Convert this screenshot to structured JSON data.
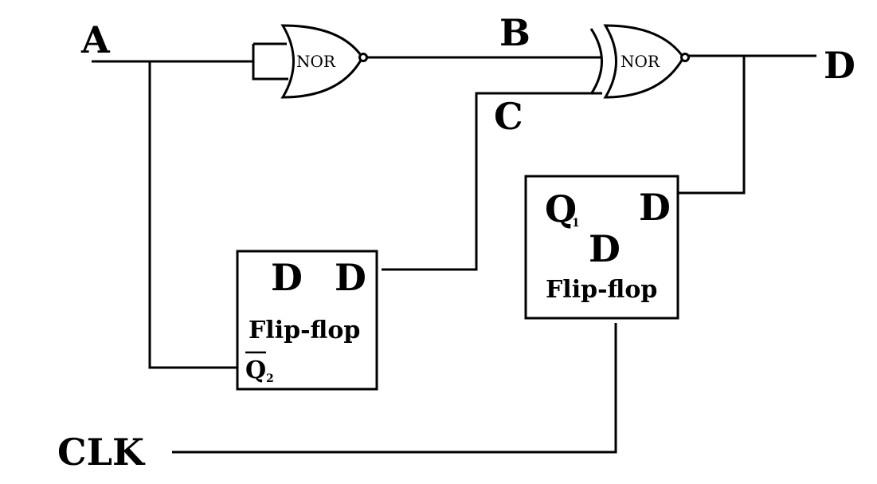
{
  "diagram": {
    "signals": {
      "a": "A",
      "b": "B",
      "c": "C",
      "d_out": "D",
      "clk": "CLK"
    },
    "gate1": {
      "label": "NOR"
    },
    "gate2": {
      "label": "NOR"
    },
    "flipflop_left": {
      "letter_1": "D",
      "letter_2": "D",
      "name": "Flip-flop",
      "output_q": "Q",
      "output_sub": "2"
    },
    "flipflop_right": {
      "output_q": "Q",
      "output_sub": "1",
      "letter_1": "D",
      "letter_2": "D",
      "name": "Flip-flop"
    }
  }
}
